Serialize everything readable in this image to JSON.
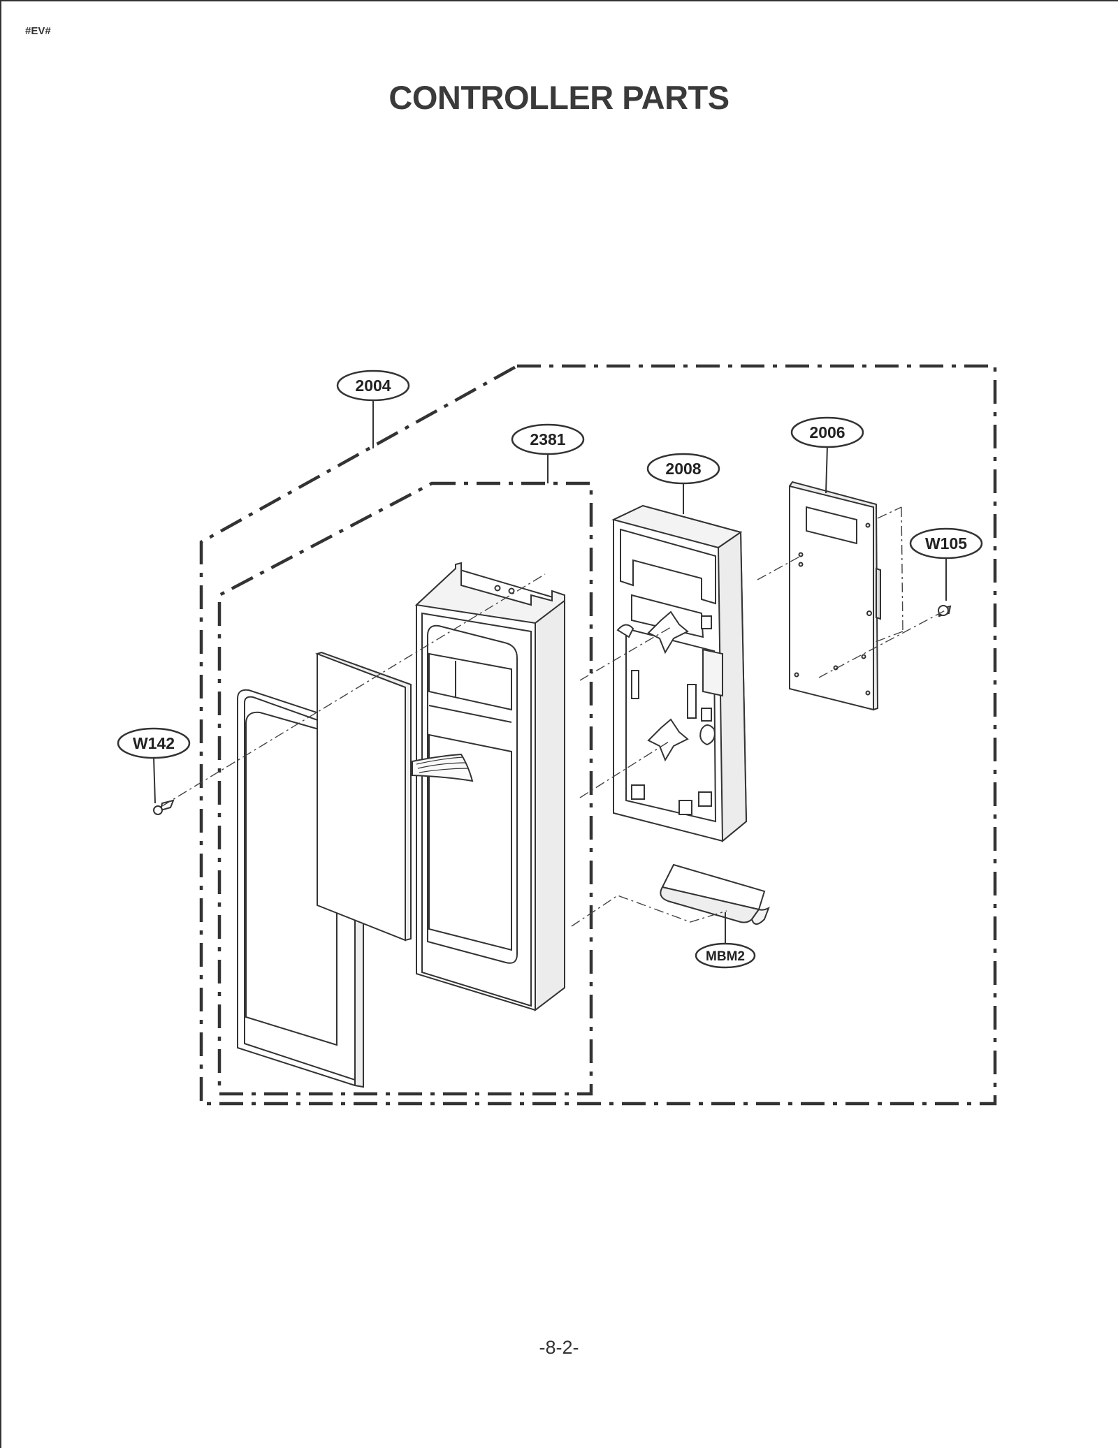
{
  "header": {
    "code": "#EV#",
    "title": "CONTROLLER PARTS"
  },
  "footer": {
    "page_number": "-8-2-"
  },
  "callouts": [
    {
      "id": "2004",
      "label": "2004"
    },
    {
      "id": "2381",
      "label": "2381"
    },
    {
      "id": "2008",
      "label": "2008"
    },
    {
      "id": "2006",
      "label": "2006"
    },
    {
      "id": "W105",
      "label": "W105"
    },
    {
      "id": "W142",
      "label": "W142"
    },
    {
      "id": "MBM2",
      "label": "MBM2"
    }
  ]
}
